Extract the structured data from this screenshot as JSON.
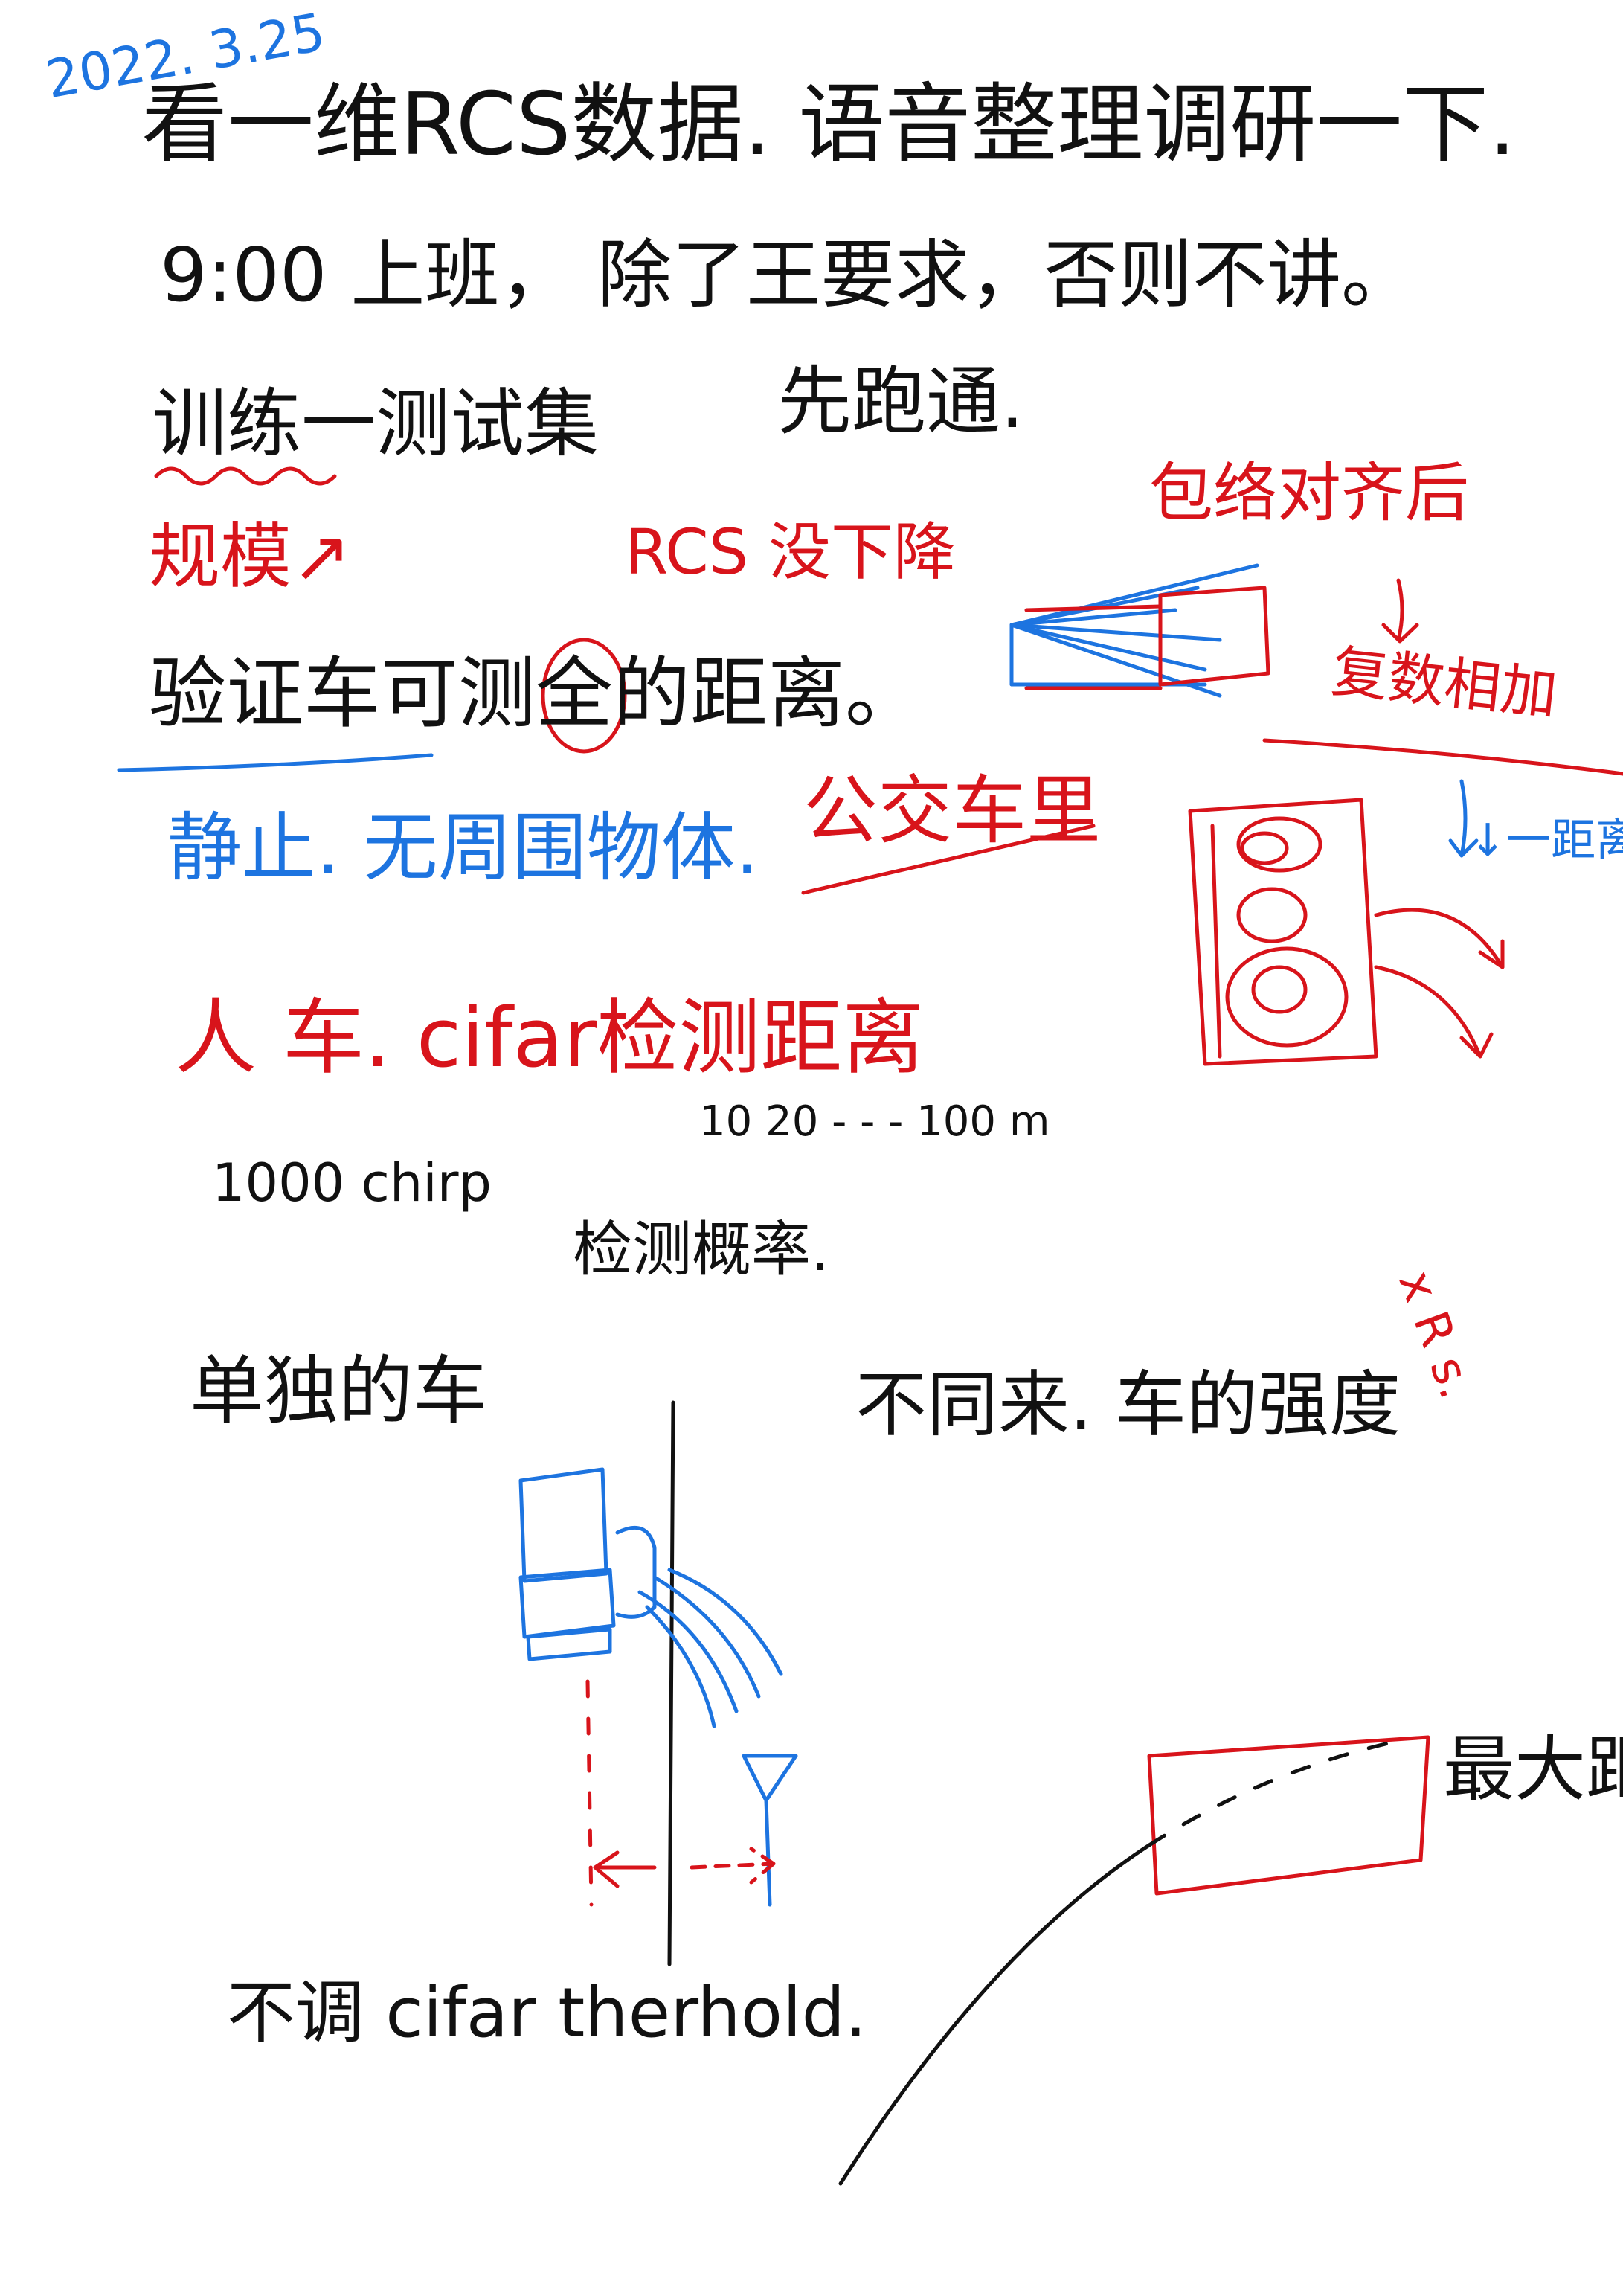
{
  "colors": {
    "ink_black": "#111111",
    "ink_red": "#d8141b",
    "ink_blue": "#1d74e0",
    "paper": "#ffffff"
  },
  "notes": {
    "date": "2022. 3.25",
    "line1": "看一维RCS数据. 语音整理调研一下.",
    "line2": "9:00 上班，  除了王要求，否则不讲。",
    "line3_train": "训练一测试集",
    "line3_run": "先跑通.",
    "scale": "规模↗",
    "rcs_no_drop": "RCS 没下降",
    "envelope": "包络对齐后",
    "verify": "验证车可测全的距离。",
    "complex_add": "复数相加",
    "one_distance": "↓一距离",
    "static": "静止. 无周围物体.",
    "bus": "公交车里",
    "person_car": "人 车. cifar检测距离",
    "distances": "10  20 - - -   100 m",
    "chirp": "1000 chirp",
    "probability": "检测概率.",
    "single_car": "单独的车",
    "diff_strength": "不同来. 车的强度",
    "xrs": "x R s.",
    "max_distance": "最大距离",
    "threshold": "不调 cifar  therhold."
  }
}
